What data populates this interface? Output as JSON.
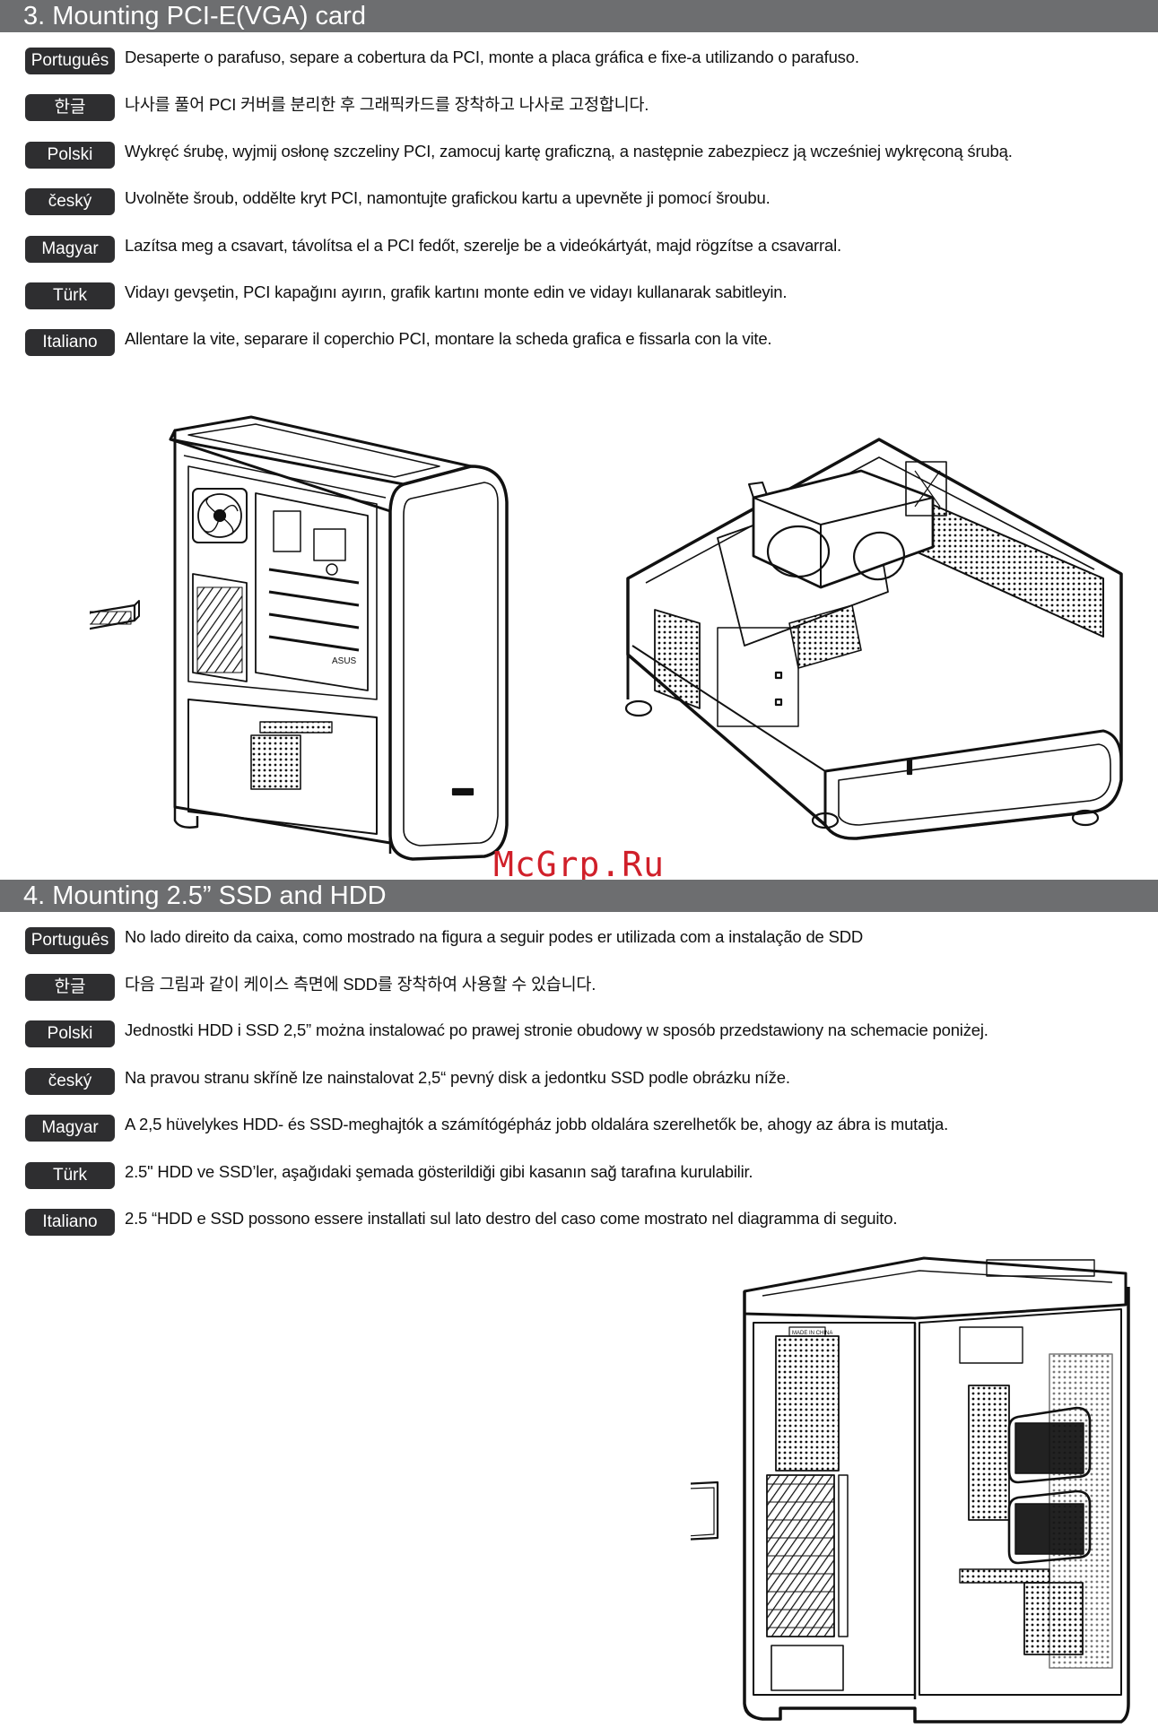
{
  "section3": {
    "title": "3. Mounting PCI-E(VGA) card",
    "rows": [
      {
        "lang": "Português",
        "text": "Desaperte o parafuso, separe a cobertura da PCI, monte a placa gráfica e fixe-a utilizando o parafuso."
      },
      {
        "lang": "한글",
        "text": "나사를 풀어 PCI 커버를 분리한 후 그래픽카드를 장착하고 나사로 고정합니다."
      },
      {
        "lang": "Polski",
        "text": "Wykręć śrubę, wyjmij osłonę szczeliny PCI, zamocuj kartę graficzną, a następnie zabezpiecz ją wcześniej wykręconą śrubą."
      },
      {
        "lang": "český",
        "text": "Uvolněte šroub, oddělte kryt PCI, namontujte grafickou kartu a upevněte ji pomocí šroubu."
      },
      {
        "lang": "Magyar",
        "text": "Lazítsa meg a csavart, távolítsa el a PCI fedőt, szerelje be a videókártyát, majd rögzítse a csavarral."
      },
      {
        "lang": "Türk",
        "text": "Vidayı gevşetin, PCI kapağını ayırın, grafik kartını monte edin ve vidayı kullanarak sabitleyin."
      },
      {
        "lang": "Italiano",
        "text": "Allentare la vite, separare il coperchio PCI, montare la scheda grafica e fissarla con la vite."
      }
    ]
  },
  "section4": {
    "title": "4. Mounting 2.5” SSD and HDD",
    "rows": [
      {
        "lang": "Português",
        "text": "No lado direito da caixa, como mostrado na figura a seguir podes er utilizada com a instalação de SDD"
      },
      {
        "lang": "한글",
        "text": "다음 그림과 같이 케이스 측면에 SDD를 장착하여 사용할 수 있습니다."
      },
      {
        "lang": "Polski",
        "text": "Jednostki HDD i SSD 2,5” można instalować po prawej stronie obudowy w sposób przedstawiony na schemacie poniżej."
      },
      {
        "lang": "český",
        "text": "Na pravou stranu skříně lze nainstalovat 2,5“ pevný disk a jedontku SSD podle obrázku níže."
      },
      {
        "lang": "Magyar",
        "text": "A 2,5 hüvelykes HDD- és SSD-meghajtók a számítógépház jobb oldalára szerelhetők be, ahogy az ábra is mutatja."
      },
      {
        "lang": "Türk",
        "text": "2.5\" HDD ve SSD’ler, aşağıdaki şemada gösterildiği gibi kasanın sağ tarafına kurulabilir."
      },
      {
        "lang": "Italiano",
        "text": "2.5 “HDD e SSD possono essere installati sul lato destro del caso come mostrato nel diagramma di seguito."
      }
    ]
  },
  "illustrations": {
    "case_side_label": "ASUS",
    "case_rear_label": "MADE IN CHINA"
  },
  "watermark": "McGrp.Ru"
}
